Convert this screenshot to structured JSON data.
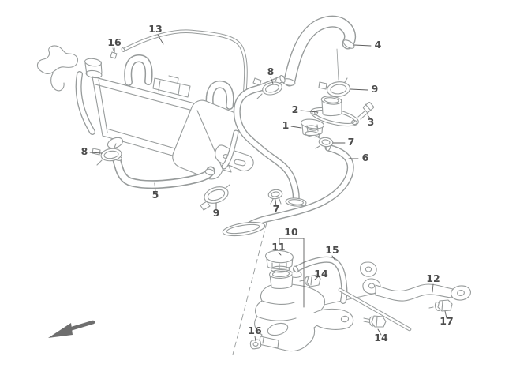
{
  "diagram": {
    "type": "exploded-parts-diagram",
    "colors": {
      "line": "#979b9b",
      "label": "#4d4d4d",
      "leader": "#5f5f5f",
      "arrow": "#6e6e6e",
      "background": "#ffffff"
    },
    "callouts": [
      {
        "label": "13"
      },
      {
        "label": "16"
      },
      {
        "label": "4"
      },
      {
        "label": "8"
      },
      {
        "label": "9"
      },
      {
        "label": "2"
      },
      {
        "label": "3"
      },
      {
        "label": "1"
      },
      {
        "label": "7"
      },
      {
        "label": "8"
      },
      {
        "label": "6"
      },
      {
        "label": "5"
      },
      {
        "label": "9"
      },
      {
        "label": "7"
      },
      {
        "label": "10"
      },
      {
        "label": "11"
      },
      {
        "label": "15"
      },
      {
        "label": "14"
      },
      {
        "label": "12"
      },
      {
        "label": "17"
      },
      {
        "label": "14"
      },
      {
        "label": "16"
      }
    ],
    "icons": {
      "direction_arrow": "arrow-pointing-lower-left"
    }
  }
}
